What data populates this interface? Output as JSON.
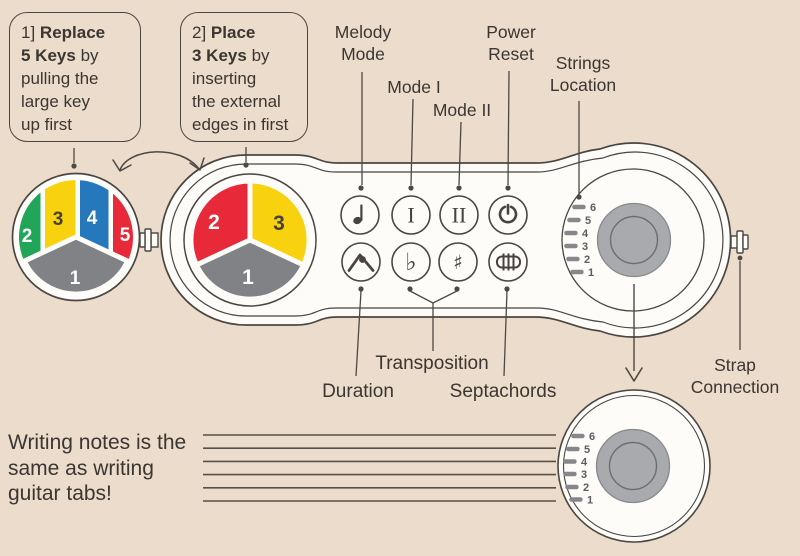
{
  "colors": {
    "background": "#ecdccb",
    "device_fill": "#fdfcf9",
    "outline": "#4a4641",
    "red": "#e8293a",
    "yellow": "#f8d20f",
    "green": "#21a659",
    "blue": "#2478bb",
    "gray_key": "#808285",
    "pad_gray": "#a8aaad",
    "text": "#3a3632"
  },
  "callout1": {
    "num": "1]",
    "bold1": "Replace",
    "bold2": "5 Keys",
    "after2": "by",
    "line3": "pulling the",
    "line4": "large key",
    "line5": "up first"
  },
  "callout2": {
    "num": "2]",
    "bold1": "Place",
    "bold2": "3 Keys",
    "after2": "by",
    "line3": "inserting",
    "line4": "the external",
    "line5": "edges in first"
  },
  "top_labels": {
    "melody": [
      "Melody",
      "Mode"
    ],
    "mode1": "Mode I",
    "mode2": "Mode II",
    "power": [
      "Power",
      "Reset"
    ],
    "strings": [
      "Strings",
      "Location"
    ]
  },
  "bottom_labels": {
    "duration": "Duration",
    "transposition": "Transposition",
    "septachords": "Septachords"
  },
  "strap_label": [
    "Strap",
    "Connection"
  ],
  "note_text": [
    "Writing notes is the",
    "same as writing",
    "guitar tabs!"
  ],
  "five_key_pad": {
    "keys": [
      "2",
      "3",
      "4",
      "5"
    ],
    "base": "1"
  },
  "three_key_pad": {
    "keys": [
      "2",
      "3"
    ],
    "base": "1"
  },
  "strings_numbers": [
    "6",
    "5",
    "4",
    "3",
    "2",
    "1"
  ],
  "button_glyphs": {
    "mode1": "I",
    "mode2": "II",
    "flat": "♭",
    "sharp": "♯"
  }
}
